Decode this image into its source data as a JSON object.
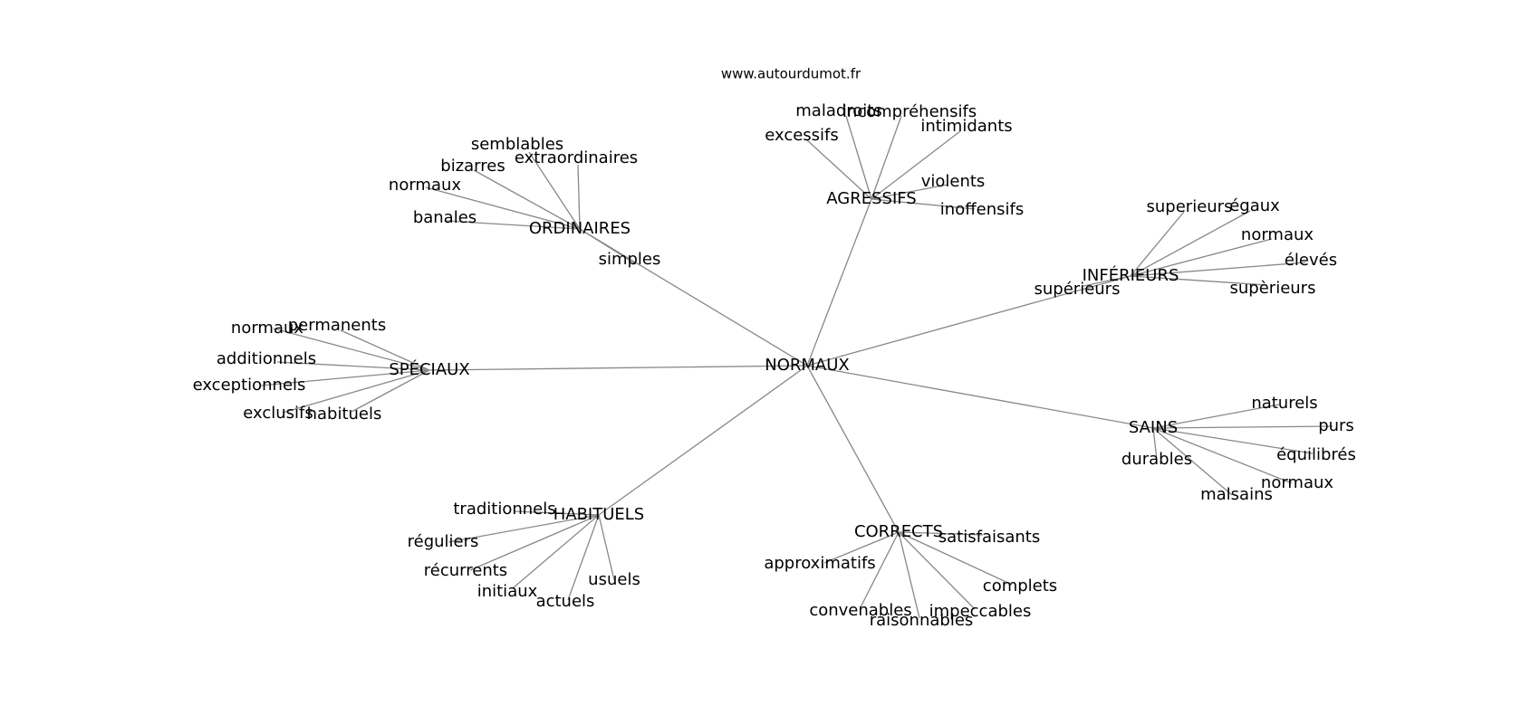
{
  "watermark": "www.autourdumot.fr",
  "center": "NORMAUX",
  "clusters": [
    {
      "label": "AGRESSIFS",
      "leaves": [
        "maladroits",
        "incompréhensifs",
        "excessifs",
        "intimidants",
        "violents",
        "inoffensifs"
      ]
    },
    {
      "label": "ORDINAIRES",
      "leaves": [
        "semblables",
        "extraordinaires",
        "bizarres",
        "normaux",
        "banales",
        "simples"
      ]
    },
    {
      "label": "INFÉRIEURS",
      "leaves": [
        "superieurs",
        "égaux",
        "normaux",
        "élevés",
        "supèrieurs",
        "supérieurs"
      ]
    },
    {
      "label": "SPÉCIAUX",
      "leaves": [
        "normaux",
        "permanents",
        "additionnels",
        "exceptionnels",
        "exclusifs",
        "habituels"
      ]
    },
    {
      "label": "SAINS",
      "leaves": [
        "naturels",
        "purs",
        "équilibrés",
        "normaux",
        "malsains",
        "durables"
      ]
    },
    {
      "label": "HABITUELS",
      "leaves": [
        "traditionnels",
        "réguliers",
        "récurrents",
        "initiaux",
        "actuels",
        "usuels"
      ]
    },
    {
      "label": "CORRECTS",
      "leaves": [
        "satisfaisants",
        "approximatifs",
        "complets",
        "impeccables",
        "raisonnables",
        "convenables"
      ]
    }
  ]
}
